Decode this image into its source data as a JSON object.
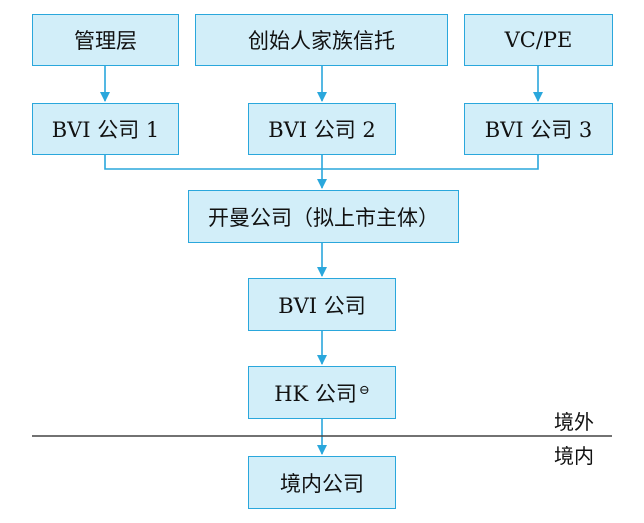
{
  "top_row": {
    "management": "管理层",
    "founder_trust": "创始人家族信托",
    "vc_pe": "VC/PE"
  },
  "bvi_row": {
    "bvi1": "BVI 公司 1",
    "bvi2": "BVI 公司 2",
    "bvi3": "BVI 公司 3"
  },
  "cayman": "开曼公司（拟上市主体）",
  "bvi_company": "BVI 公司",
  "hk_company": {
    "label": "HK 公司",
    "footnote_marker": "⊖"
  },
  "domestic_company": "境内公司",
  "border": {
    "offshore_label": "境外",
    "onshore_label": "境内"
  },
  "colors": {
    "box_fill": "#d2eef9",
    "box_border": "#2aa7dc",
    "connector": "#2aa7dc",
    "divider": "#444444"
  }
}
